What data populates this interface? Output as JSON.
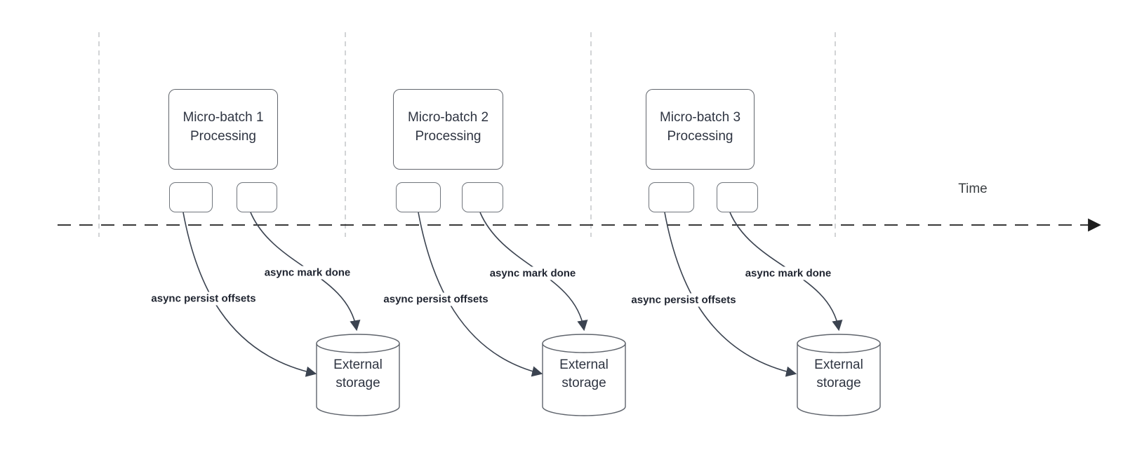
{
  "time_axis": {
    "label": "Time"
  },
  "batches": [
    {
      "title_line1": "Micro-batch 1",
      "title_line2": "Processing",
      "persist_arrow_label": "async persist offsets",
      "mark_done_arrow_label": "async mark done",
      "storage_line1": "External",
      "storage_line2": "storage"
    },
    {
      "title_line1": "Micro-batch 2",
      "title_line2": "Processing",
      "persist_arrow_label": "async persist offsets",
      "mark_done_arrow_label": "async mark done",
      "storage_line1": "External",
      "storage_line2": "storage"
    },
    {
      "title_line1": "Micro-batch 3",
      "title_line2": "Processing",
      "persist_arrow_label": "async persist offsets",
      "mark_done_arrow_label": "async mark done",
      "storage_line1": "External",
      "storage_line2": "storage"
    }
  ],
  "colors": {
    "background": "#ffffff",
    "big_box_border": "#62666d",
    "small_box_border": "#70757c",
    "cylinder_border": "#5f646c",
    "arrow": "#3b4350",
    "label_text": "#1f2430",
    "box_text": "#2f3542",
    "divider_line": "#b9bcc0",
    "time_axis_line": "#1d1d1d"
  }
}
